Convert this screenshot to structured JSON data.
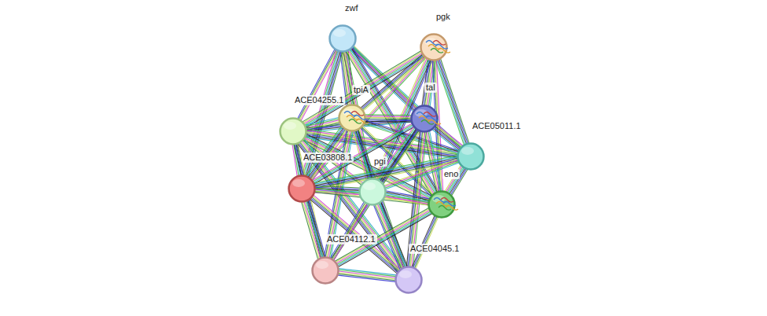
{
  "diagram": {
    "nodes": [
      {
        "text": [
          "zwf"
        ]
      },
      {
        "text": [
          "pgk"
        ]
      },
      {
        "text": [
          "ACE04255.1"
        ]
      },
      {
        "text": [
          "tpiA"
        ]
      },
      {
        "text": [
          "tal"
        ]
      },
      {
        "text": [
          "ACE05011.1"
        ]
      },
      {
        "text": [
          "ACE03808.1"
        ]
      },
      {
        "text": [
          "pgi"
        ]
      },
      {
        "text": [
          "eno"
        ]
      },
      {
        "text": [
          "ACE04112.1"
        ]
      },
      {
        "text": [
          "ACE04045.1"
        ]
      }
    ],
    "edges": [
      {
        "from": 0,
        "to": 2,
        "arrow": "none"
      },
      {
        "from": 0,
        "to": 3,
        "arrow": "none"
      },
      {
        "from": 0,
        "to": 4,
        "arrow": "none"
      },
      {
        "from": 0,
        "to": 5,
        "arrow": "none"
      },
      {
        "from": 0,
        "to": 6,
        "arrow": "none"
      },
      {
        "from": 0,
        "to": 7,
        "arrow": "none"
      },
      {
        "from": 0,
        "to": 8,
        "arrow": "none"
      },
      {
        "from": 1,
        "to": 2,
        "arrow": "none"
      },
      {
        "from": 1,
        "to": 3,
        "arrow": "none"
      },
      {
        "from": 1,
        "to": 4,
        "arrow": "none"
      },
      {
        "from": 1,
        "to": 5,
        "arrow": "none"
      },
      {
        "from": 1,
        "to": 6,
        "arrow": "none"
      },
      {
        "from": 1,
        "to": 7,
        "arrow": "none"
      },
      {
        "from": 1,
        "to": 8,
        "arrow": "none"
      },
      {
        "from": 2,
        "to": 3,
        "arrow": "none"
      },
      {
        "from": 2,
        "to": 4,
        "arrow": "none"
      },
      {
        "from": 2,
        "to": 5,
        "arrow": "none"
      },
      {
        "from": 2,
        "to": 6,
        "arrow": "none"
      },
      {
        "from": 2,
        "to": 7,
        "arrow": "none"
      },
      {
        "from": 2,
        "to": 8,
        "arrow": "none"
      },
      {
        "from": 2,
        "to": 9,
        "arrow": "none"
      },
      {
        "from": 2,
        "to": 10,
        "arrow": "none"
      },
      {
        "from": 3,
        "to": 4,
        "arrow": "none"
      },
      {
        "from": 3,
        "to": 5,
        "arrow": "none"
      },
      {
        "from": 3,
        "to": 6,
        "arrow": "none"
      },
      {
        "from": 3,
        "to": 7,
        "arrow": "none"
      },
      {
        "from": 3,
        "to": 8,
        "arrow": "none"
      },
      {
        "from": 3,
        "to": 9,
        "arrow": "none"
      },
      {
        "from": 3,
        "to": 10,
        "arrow": "none"
      },
      {
        "from": 4,
        "to": 5,
        "arrow": "none"
      },
      {
        "from": 4,
        "to": 6,
        "arrow": "none"
      },
      {
        "from": 4,
        "to": 7,
        "arrow": "none"
      },
      {
        "from": 4,
        "to": 8,
        "arrow": "none"
      },
      {
        "from": 4,
        "to": 9,
        "arrow": "none"
      },
      {
        "from": 4,
        "to": 10,
        "arrow": "none"
      },
      {
        "from": 5,
        "to": 6,
        "arrow": "none"
      },
      {
        "from": 5,
        "to": 7,
        "arrow": "none"
      },
      {
        "from": 5,
        "to": 8,
        "arrow": "none"
      },
      {
        "from": 6,
        "to": 7,
        "arrow": "none"
      },
      {
        "from": 6,
        "to": 8,
        "arrow": "none"
      },
      {
        "from": 6,
        "to": 9,
        "arrow": "none"
      },
      {
        "from": 6,
        "to": 10,
        "arrow": "none"
      },
      {
        "from": 7,
        "to": 8,
        "arrow": "none"
      },
      {
        "from": 7,
        "to": 9,
        "arrow": "none"
      },
      {
        "from": 7,
        "to": 10,
        "arrow": "none"
      },
      {
        "from": 8,
        "to": 9,
        "arrow": "none"
      },
      {
        "from": 8,
        "to": 10,
        "arrow": "none"
      },
      {
        "from": 9,
        "to": 10,
        "arrow": "none"
      }
    ]
  }
}
